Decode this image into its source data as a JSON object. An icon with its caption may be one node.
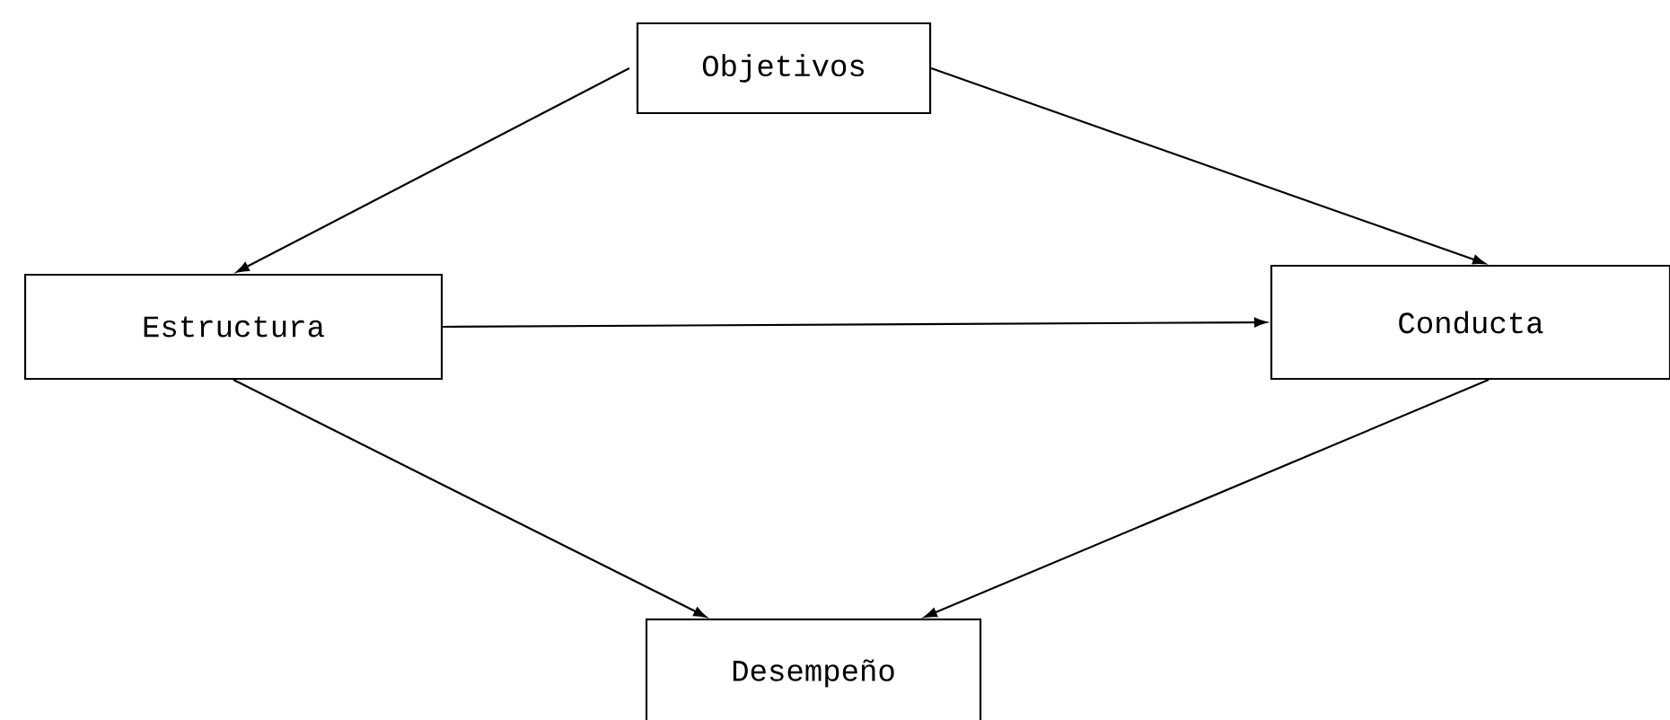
{
  "diagram": {
    "nodes": [
      {
        "text": [
          "Objetivos"
        ]
      },
      {
        "text": [
          "Estructura"
        ]
      },
      {
        "text": [
          "Conducta"
        ]
      },
      {
        "text": [
          "Desempeño"
        ]
      }
    ],
    "edges": [
      {
        "from": 0,
        "to": 1,
        "arrow": "to"
      },
      {
        "from": 0,
        "to": 2,
        "arrow": "to"
      },
      {
        "from": 1,
        "to": 2,
        "arrow": "to"
      },
      {
        "from": 1,
        "to": 3,
        "arrow": "to"
      },
      {
        "from": 2,
        "to": 3,
        "arrow": "to"
      }
    ]
  }
}
